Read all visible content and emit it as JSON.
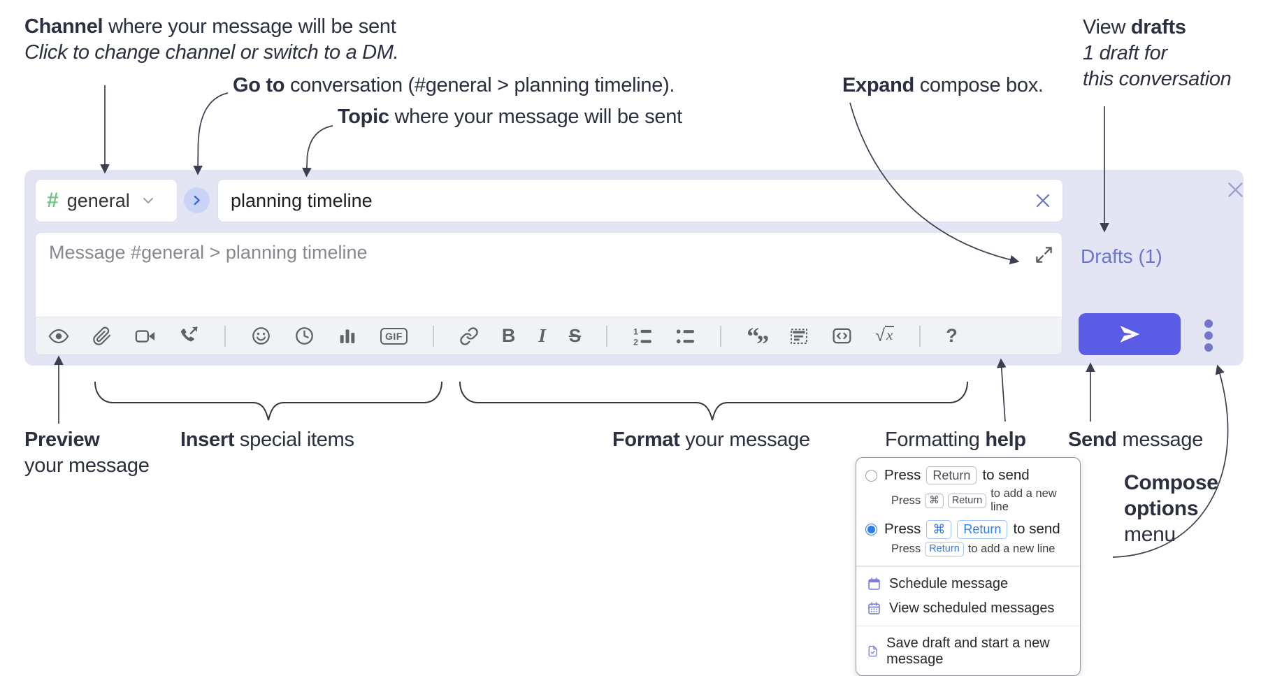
{
  "annotations": {
    "channel": {
      "bold": "Channel",
      "rest": " where your message will be sent",
      "line2": "Click to change channel or switch to a DM."
    },
    "goto": {
      "bold": "Go to",
      "rest": " conversation (#general > planning timeline)."
    },
    "topic": {
      "bold": "Topic",
      "rest": " where your message will be sent"
    },
    "expand": {
      "bold": "Expand",
      "rest": " compose box."
    },
    "drafts": {
      "line1_pre": "View ",
      "line1_bold": "drafts",
      "line2": "1 draft for",
      "line3": "this conversation"
    },
    "preview": {
      "bold": "Preview",
      "line2": "your message"
    },
    "insert": {
      "bold": "Insert",
      "rest": " special items"
    },
    "format": {
      "bold": "Format",
      "rest": " your message"
    },
    "help": {
      "pre": "Formatting ",
      "bold": "help"
    },
    "send": {
      "bold": "Send",
      "rest": " message"
    },
    "compose_options": {
      "line1": "Compose",
      "line2": "options",
      "line3": "menu"
    }
  },
  "compose": {
    "channel": {
      "hash": "#",
      "name": "general"
    },
    "topic_value": "planning timeline",
    "message_placeholder": "Message #general > planning timeline",
    "drafts_link": "Drafts (1)",
    "toolbar": {
      "bold": "B",
      "italic": "I",
      "strike": "S",
      "gif": "GIF",
      "sqrt": "√",
      "x": "x",
      "help": "?"
    }
  },
  "popup": {
    "option1": {
      "selected": false,
      "pre": "Press",
      "key": "Return",
      "post": "to send",
      "sub_pre": "Press",
      "sub_key1": "⌘",
      "sub_key2": "Return",
      "sub_post": "to add a new line"
    },
    "option2": {
      "selected": true,
      "pre": "Press",
      "key1": "⌘",
      "key2": "Return",
      "post": "to send",
      "sub_pre": "Press",
      "sub_key": "Return",
      "sub_post": "to add a new line"
    },
    "items": [
      "Schedule message",
      "View scheduled messages",
      "Save draft and start a new message"
    ]
  },
  "colors": {
    "send_button": "#5a5ce6",
    "drafts_link": "#6d74c9",
    "popup_blue": "#2e7de9",
    "hash_green": "#72c287",
    "menu_icon_purple": "#7b80d6",
    "compose_bg": "#e3e5f4"
  }
}
